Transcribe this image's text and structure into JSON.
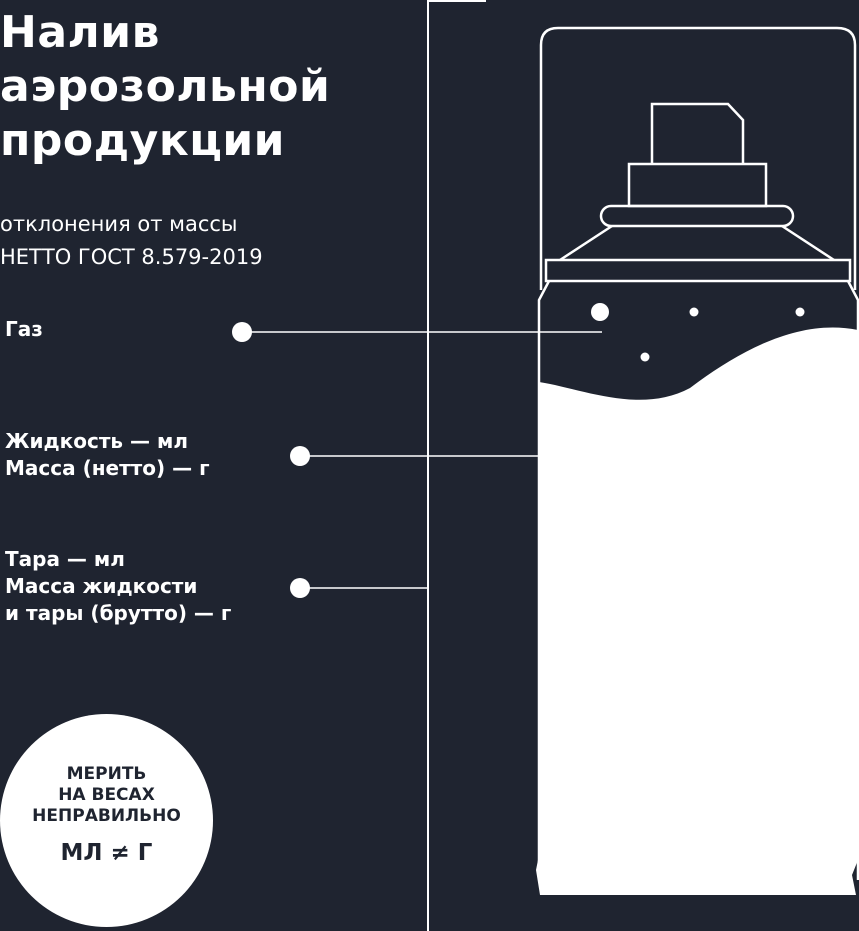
{
  "title": {
    "line1": "Налив",
    "line2": "аэрозольной",
    "line3": "продукции"
  },
  "subtitle": {
    "line1": "отклонения от массы",
    "line2": "НЕТТО ГОСТ 8.579-2019"
  },
  "labels": {
    "gas": "Газ",
    "liquid": {
      "line1": "Жидкость  — мл",
      "line2": "Масса (нетто)  — г"
    },
    "tare": {
      "line1": "Тара  — мл",
      "line2": "Масса жидкости",
      "line3": "и тары (брутто)  — г"
    }
  },
  "badge": {
    "line1": "МЕРИТЬ",
    "line2": "НА ВЕСАХ",
    "line3": "НЕПРАВИЛЬНО",
    "formula": "МЛ ≠ Г"
  },
  "colors": {
    "background": "#1f2430",
    "foreground": "#ffffff"
  }
}
